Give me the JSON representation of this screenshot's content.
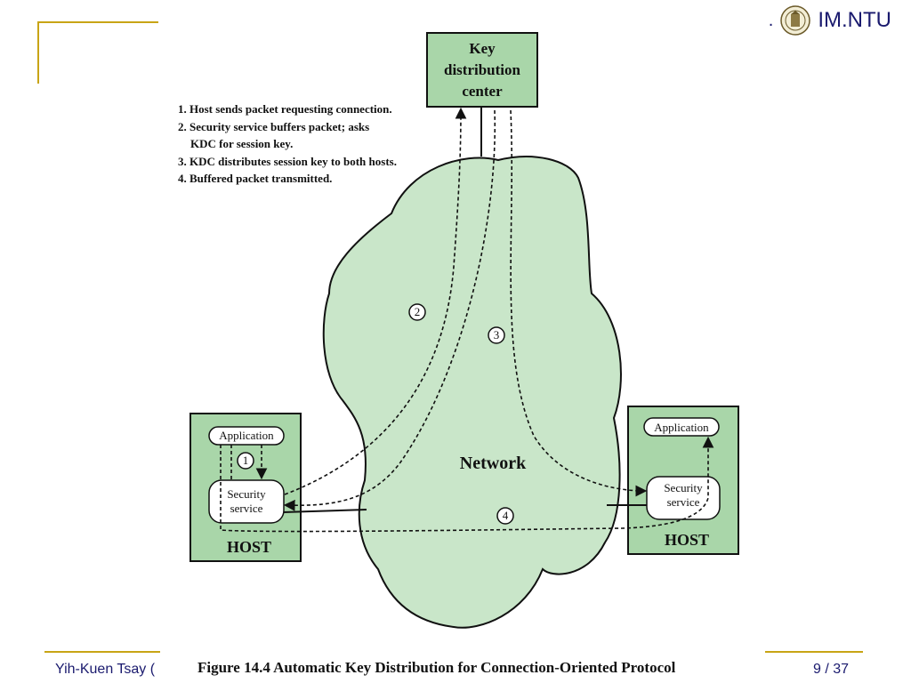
{
  "header": {
    "brand": "IM.NTU",
    "brand_prefix": "."
  },
  "footer": {
    "author": "Yih-Kuen Tsay (",
    "page": "9 / 37"
  },
  "figure": {
    "caption": "Figure 14.4 Automatic Key Distribution for Connection-Oriented Protocol",
    "kdc": [
      "Key",
      "distribution",
      "center"
    ],
    "steps": [
      "1. Host sends packet requesting connection.",
      "2. Security service buffers packet; asks",
      "    KDC for session key.",
      "3. KDC distributes session key to both hosts.",
      "4. Buffered packet transmitted."
    ],
    "network_label": "Network",
    "left_host": {
      "application": "Application",
      "security": [
        "Security",
        "service"
      ],
      "host_label": "HOST"
    },
    "right_host": {
      "application": "Application",
      "security": [
        "Security",
        "service"
      ],
      "host_label": "HOST"
    },
    "markers": [
      "1",
      "2",
      "3",
      "4"
    ]
  },
  "colors": {
    "accent_gold": "#c8a415",
    "fill_green": "#c9e6c9",
    "box_green": "#a9d6a9",
    "brand_blue": "#1a1a6e"
  }
}
